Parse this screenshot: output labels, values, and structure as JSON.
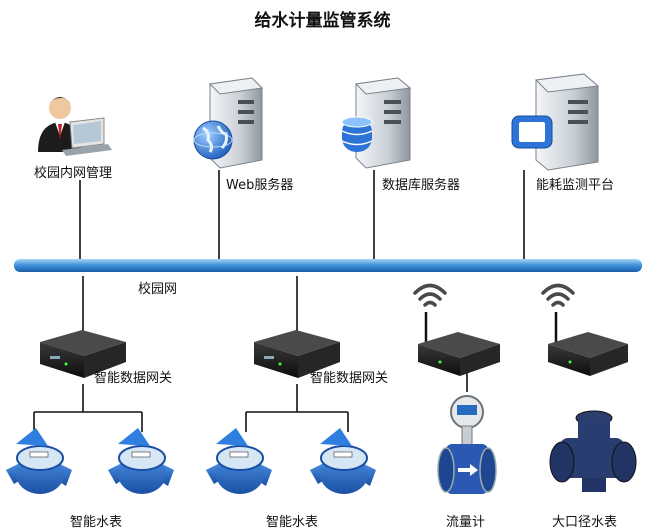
{
  "title": "给水计量监管系统",
  "top_nodes": {
    "campus_admin": "校园内网管理",
    "web_server": "Web服务器",
    "db_server": "数据库服务器",
    "energy_platform": "能耗监测平台"
  },
  "network_label": "校园网",
  "gateways": {
    "gateway_1": "智能数据网关",
    "gateway_2": "智能数据网关"
  },
  "bottom_nodes": {
    "meter_group_1": "智能水表",
    "meter_group_2": "智能水表",
    "flowmeter": "流量计",
    "large_meter": "大口径水表"
  },
  "colors": {
    "backbone": "#3b8fd8",
    "wire": "#111111",
    "meter_blue": "#1f6fd1",
    "server_grey": "#c9cfd6",
    "gateway_black": "#1b1b1b"
  }
}
